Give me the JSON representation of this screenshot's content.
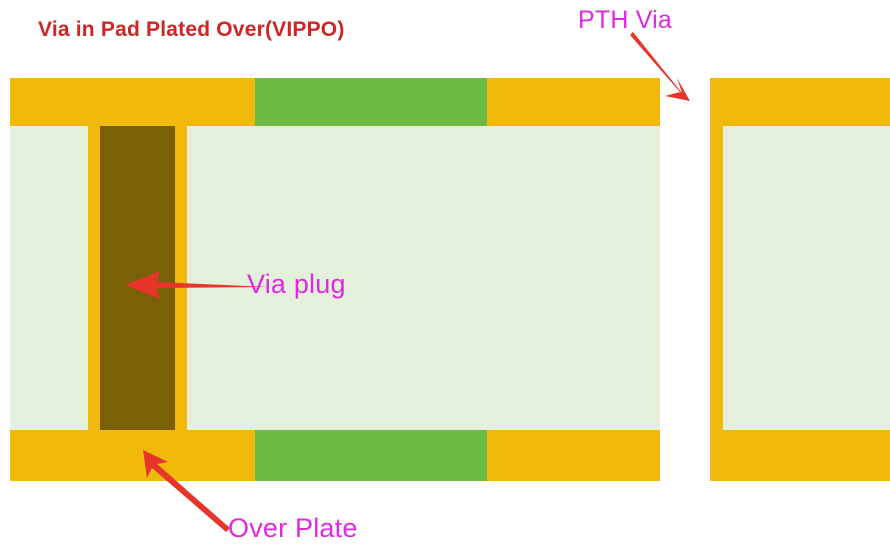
{
  "diagram": {
    "title": "Via in Pad Plated Over(VIPPO)",
    "title_color": "#cf2525",
    "background_color": "#ffffff",
    "annotation_color": "#e02ae0",
    "arrow_color": "#e8352c",
    "labels": {
      "pth_via": "PTH Via",
      "via_plug": "Via plug",
      "over_plate": "Over Plate"
    },
    "materials": {
      "copper_plating": "#f0b90b",
      "solder_mask": "#6fba44",
      "substrate_core": "#e4efdc",
      "via_plug_fill": "#7a6006"
    },
    "structures": [
      {
        "name": "vippo-cross-section",
        "description": "Via in pad plated over cross-section with plugged and capped via",
        "layers": [
          "top-copper-plating",
          "top-solder-mask",
          "substrate-core",
          "via-barrel-plating",
          "via-plug",
          "bottom-copper-plating",
          "bottom-solder-mask"
        ]
      },
      {
        "name": "pth-via-cross-section",
        "description": "Plated through hole via cross-section, open barrel",
        "layers": [
          "top-copper-plating",
          "barrel-wall-plating",
          "substrate-core",
          "bottom-copper-plating"
        ]
      }
    ]
  }
}
